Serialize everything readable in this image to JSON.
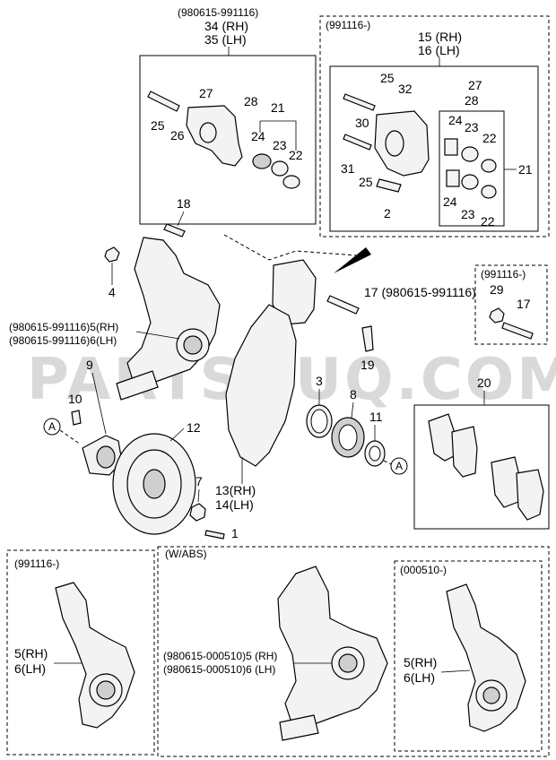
{
  "watermark": "PARTSOUQ.COM",
  "top_left_group": {
    "date": "(980615-991116)",
    "ref_rh": "34 (RH)",
    "ref_lh": "35 (LH)",
    "labels": [
      "27",
      "28",
      "25",
      "26",
      "21",
      "24",
      "23",
      "22"
    ]
  },
  "top_right_group": {
    "date": "(991116-)",
    "ref_rh": "15 (RH)",
    "ref_lh": "16 (LH)",
    "labels": [
      "25",
      "32",
      "27",
      "28",
      "30",
      "24",
      "23",
      "22",
      "31",
      "25",
      "2",
      "24",
      "23",
      "22",
      "21"
    ]
  },
  "main": {
    "bolt_18": "18",
    "nut_4": "4",
    "knuckle_rh": "(980615-991116)5(RH)",
    "knuckle_lh": "(980615-991116)6(LH)",
    "bolt_17": "17 (980615-991116)",
    "bolt_19": "19",
    "hub_9": "9",
    "bolt_10": "10",
    "rotor_12": "12",
    "circ_a1": "A",
    "nut_7": "7",
    "screw_1": "1",
    "shield_rh": "13(RH)",
    "shield_lh": "14(LH)",
    "snap_3": "3",
    "bearing_8": "8",
    "seal_11": "11",
    "circ_a2": "A"
  },
  "side_group": {
    "date": "(991116-)",
    "labels": [
      "29",
      "17"
    ]
  },
  "pads_group": {
    "label": "20"
  },
  "bottom_left": {
    "date": "(991116-)",
    "rh": "5(RH)",
    "lh": "6(LH)"
  },
  "bottom_abs": {
    "title": "(W/ABS)",
    "rh": "(980615-000510)5 (RH)",
    "lh": "(980615-000510)6 (LH)"
  },
  "bottom_inner": {
    "date": "(000510-)",
    "rh": "5(RH)",
    "lh": "6(LH)"
  }
}
